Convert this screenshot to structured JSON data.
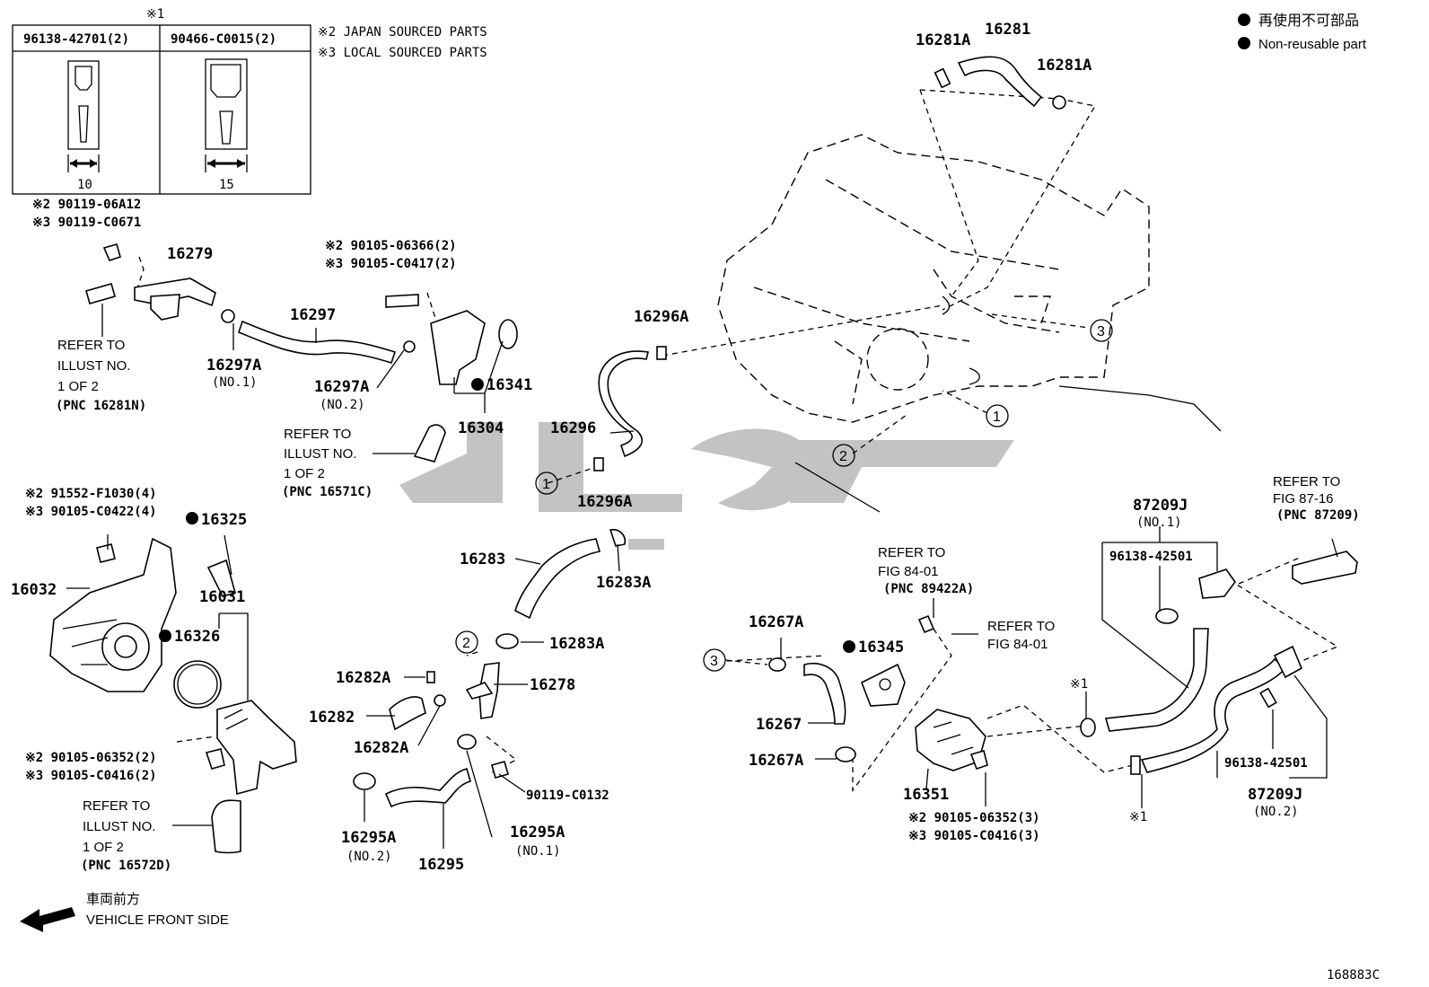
{
  "header": {
    "note1_mark": "※1",
    "box_col1": "96138-42701(2)",
    "box_col2": "90466-C0015(2)",
    "box_dim1": "10",
    "box_dim2": "15",
    "note2": "※2 JAPAN SOURCED PARTS",
    "note3": "※3 LOCAL SOURCED PARTS"
  },
  "legend": {
    "jp": "再使用不可部品",
    "en": "Non-reusable part"
  },
  "labels": {
    "p16281A_a": "16281A",
    "p16281": "16281",
    "p16281A_b": "16281A",
    "p_90119_06A12": "※2 90119-06A12",
    "p_90119_C0671": "※3 90119-C0671",
    "p16279": "16279",
    "p16297A_1": "16297A",
    "p16297A_1_sub": "(NO.1)",
    "p16297": "16297",
    "p_90105_06366": "※2 90105-06366(2)",
    "p_90105_C0417": "※3 90105-C0417(2)",
    "p16297A_2": "16297A",
    "p16297A_2_sub": "(NO.2)",
    "p16341": "16341",
    "p16304": "16304",
    "p16296A_a": "16296A",
    "p16296": "16296",
    "p16296A_b": "16296A",
    "ref1_a": "REFER TO",
    "ref1_b": "ILLUST NO.",
    "ref1_c": "1 OF 2",
    "ref1_d": "(PNC 16281N)",
    "ref2_a": "REFER TO",
    "ref2_b": "ILLUST NO.",
    "ref2_c": "1 OF 2",
    "ref2_d": "(PNC 16571C)",
    "p_91552": "※2 91552-F1030(4)",
    "p_90105_C0422": "※3 90105-C0422(4)",
    "p16325": "16325",
    "p16032": "16032",
    "p16031": "16031",
    "p16326": "16326",
    "p_90105_06352_a": "※2 90105-06352(2)",
    "p_90105_C0416_a": "※3 90105-C0416(2)",
    "ref3_a": "REFER TO",
    "ref3_b": "ILLUST NO.",
    "ref3_c": "1 OF 2",
    "ref3_d": "(PNC 16572D)",
    "p16283": "16283",
    "p16283A_a": "16283A",
    "p16283A_b": "16283A",
    "p16282A_a": "16282A",
    "p16278": "16278",
    "p16282": "16282",
    "p16282A_b": "16282A",
    "p_90119_C0132": "90119-C0132",
    "p16295A_2": "16295A",
    "p16295A_2_sub": "(NO.2)",
    "p16295": "16295",
    "p16295A_1": "16295A",
    "p16295A_1_sub": "(NO.1)",
    "ref4_a": "REFER TO",
    "ref4_b": "FIG 84-01",
    "ref4_c": "(PNC 89422A)",
    "ref5_a": "REFER TO",
    "ref5_b": "FIG 84-01",
    "p16267A_a": "16267A",
    "p16345": "16345",
    "p16267": "16267",
    "p16267A_b": "16267A",
    "p16351": "16351",
    "p_90105_06352_b": "※2 90105-06352(3)",
    "p_90105_C0416_b": "※3 90105-C0416(3)",
    "p87209J_1": "87209J",
    "p87209J_1_sub": "(NO.1)",
    "p96138_a": "96138-42501",
    "ref6_a": "REFER TO",
    "ref6_b": "FIG 87-16",
    "ref6_c": "(PNC 87209)",
    "mark1_a": "※1",
    "mark1_b": "※1",
    "p96138_b": "96138-42501",
    "p87209J_2": "87209J",
    "p87209J_2_sub": "(NO.2)",
    "c1": "1",
    "c1b": "1",
    "c2": "2",
    "c2b": "2",
    "c3": "3",
    "c3b": "3"
  },
  "footer": {
    "front_jp": "車両前方",
    "front_en": "VEHICLE FRONT SIDE",
    "code": "168883C"
  },
  "icons": [
    "filled-dot-icon",
    "left-arrow-icon",
    "circled-number-icon"
  ]
}
